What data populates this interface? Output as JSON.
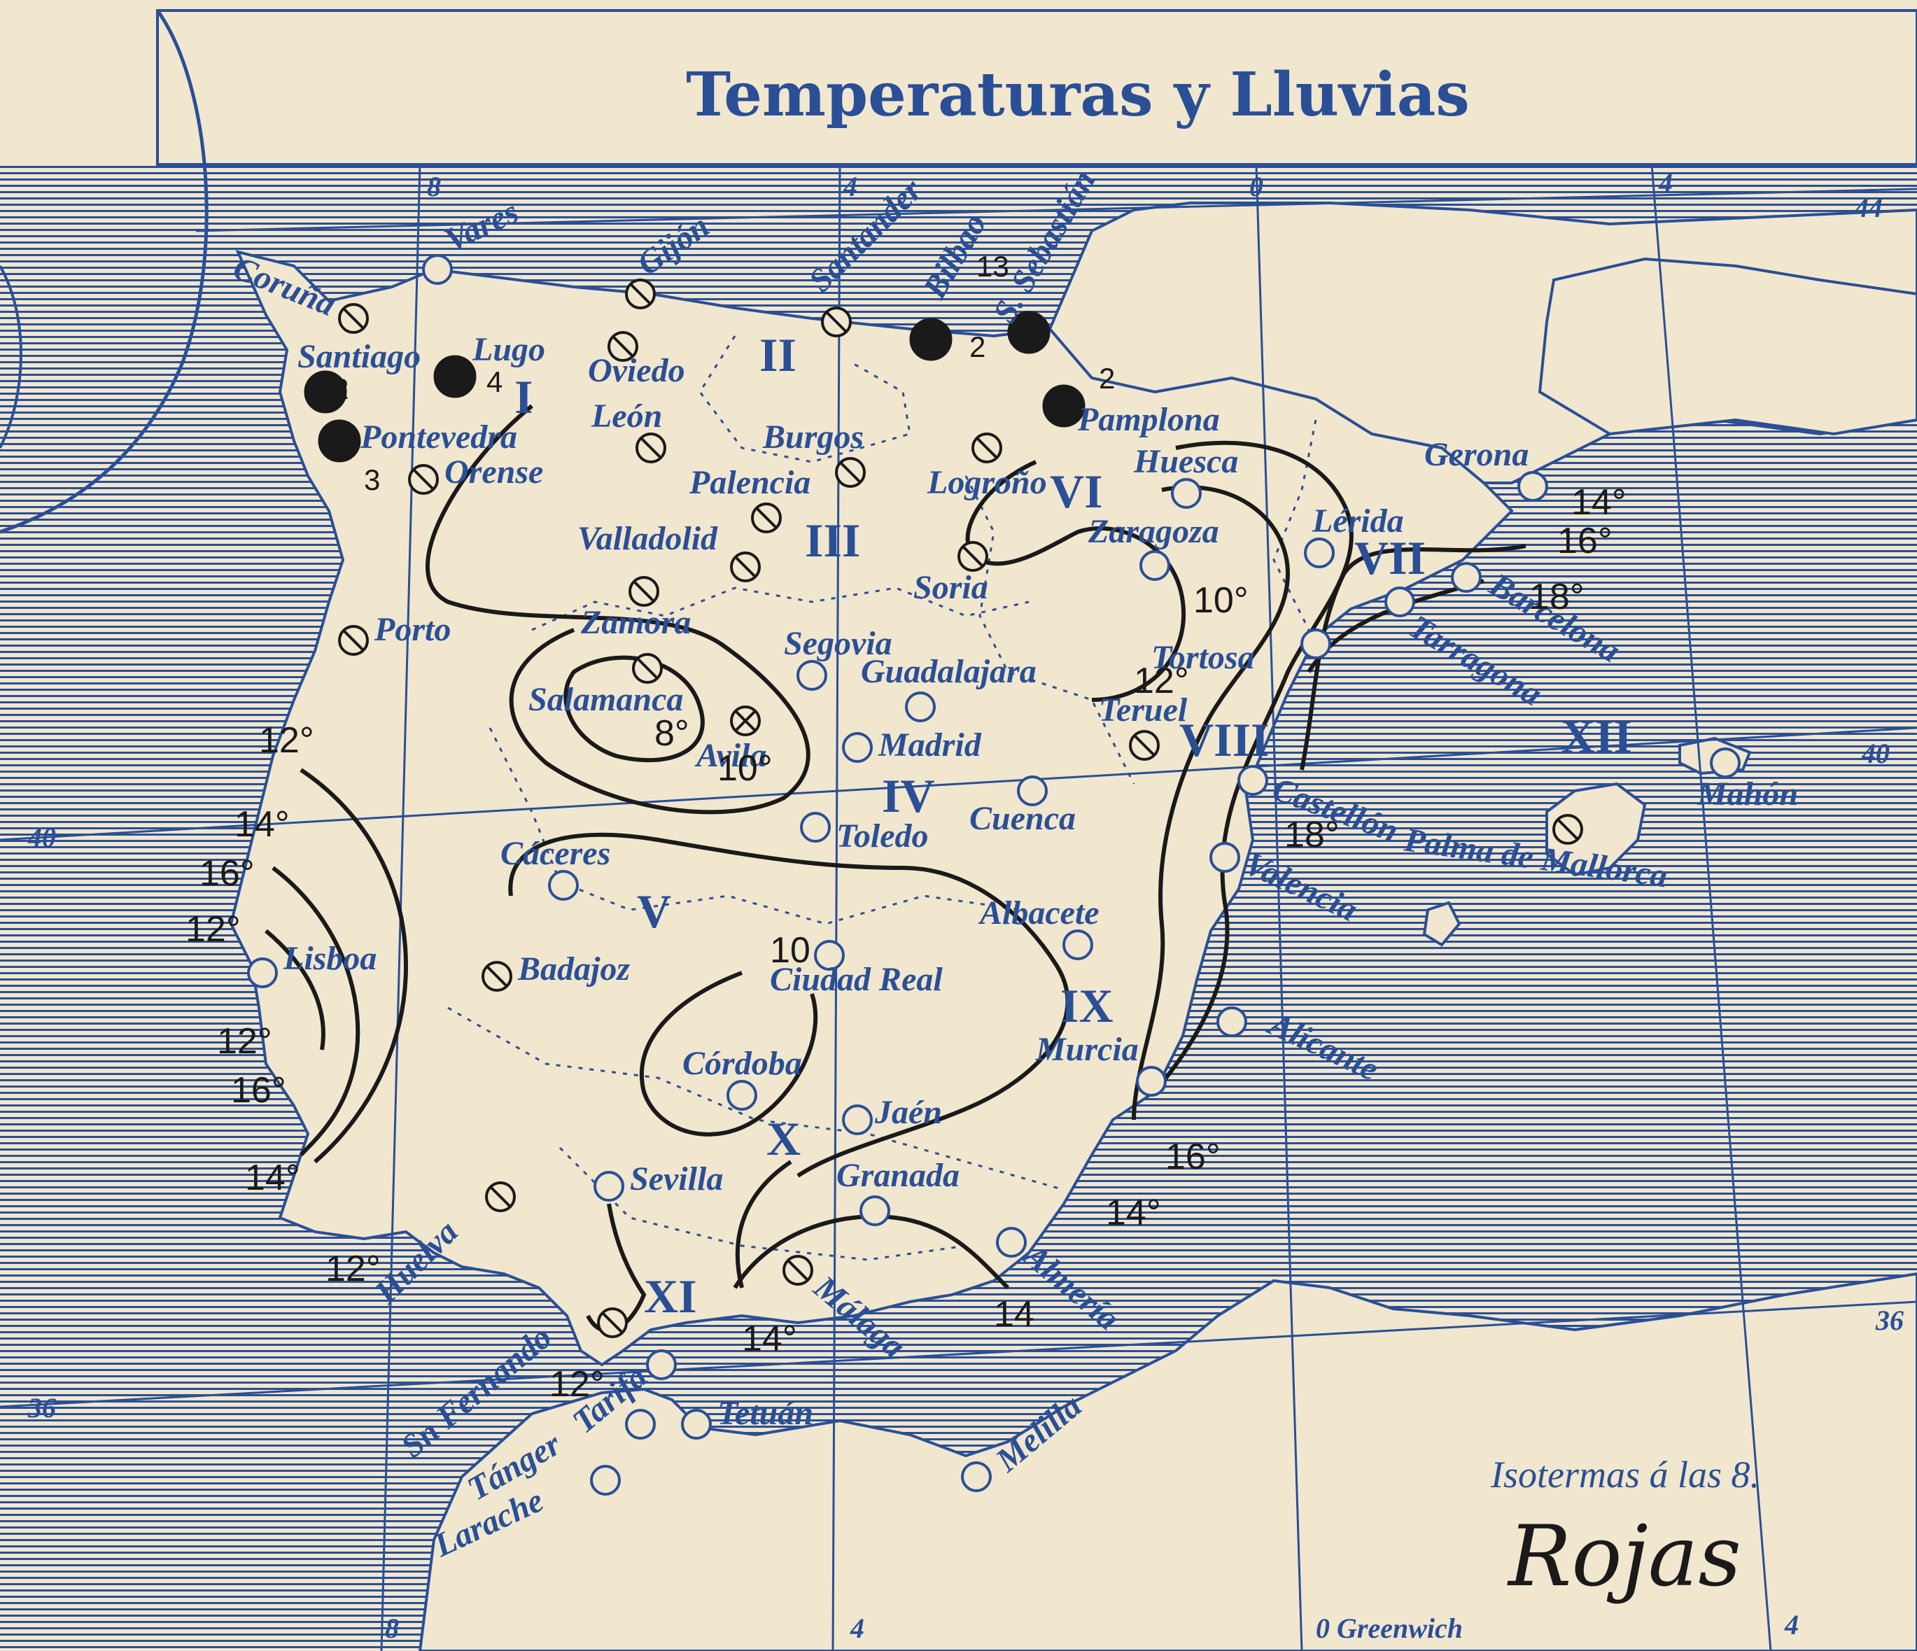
{
  "title": "Temperaturas y Lluvias",
  "legend_note": "Isotermas á las 8.",
  "signature": "Rojas",
  "colors": {
    "paper": "#f1e7cf",
    "ink_blue": "#2a4f96",
    "ink_black": "#1a1a1a",
    "sea_hatch": "#2a4f96"
  },
  "grid": {
    "meridians": [
      "8",
      "4",
      "0",
      "4"
    ],
    "parallels": [
      "44",
      "40",
      "36"
    ],
    "greenwich_label": "0 Greenwich"
  },
  "regions": [
    "I",
    "II",
    "III",
    "IV",
    "V",
    "VI",
    "VII",
    "VIII",
    "IX",
    "X",
    "XI",
    "XII"
  ],
  "cities": [
    {
      "name": "Coruña",
      "symbol": "slash"
    },
    {
      "name": "Vares",
      "symbol": "circle"
    },
    {
      "name": "Gijón",
      "symbol": "slash"
    },
    {
      "name": "Santander",
      "symbol": "slash"
    },
    {
      "name": "Bilbao",
      "symbol": "rain"
    },
    {
      "name": "S. Sebastián",
      "symbol": "rain"
    },
    {
      "name": "Santiago",
      "symbol": "rain"
    },
    {
      "name": "Lugo",
      "symbol": "rain"
    },
    {
      "name": "Oviedo",
      "symbol": "slash"
    },
    {
      "name": "Pamplona",
      "symbol": "rain"
    },
    {
      "name": "Pontevedra",
      "symbol": "rain"
    },
    {
      "name": "Orense",
      "symbol": "slash"
    },
    {
      "name": "León",
      "symbol": "slash"
    },
    {
      "name": "Burgos",
      "symbol": "slash"
    },
    {
      "name": "Palencia",
      "symbol": "slash"
    },
    {
      "name": "Logroño",
      "symbol": "slash"
    },
    {
      "name": "Huesca",
      "symbol": "circle"
    },
    {
      "name": "Gerona",
      "symbol": "circle"
    },
    {
      "name": "Valladolid",
      "symbol": "slash"
    },
    {
      "name": "Zaragoza",
      "symbol": "circle"
    },
    {
      "name": "Lérida",
      "symbol": "circle"
    },
    {
      "name": "Soria",
      "symbol": "slash"
    },
    {
      "name": "Barcelona",
      "symbol": "circle"
    },
    {
      "name": "Zamora",
      "symbol": "slash"
    },
    {
      "name": "Porto",
      "symbol": "slash"
    },
    {
      "name": "Tarragona",
      "symbol": "circle"
    },
    {
      "name": "Segovia",
      "symbol": "circle"
    },
    {
      "name": "Tortosa",
      "symbol": "circle"
    },
    {
      "name": "Guadalajara",
      "symbol": "circle"
    },
    {
      "name": "Salamanca",
      "symbol": "slash"
    },
    {
      "name": "Teruel",
      "symbol": "slash"
    },
    {
      "name": "Avila",
      "symbol": "cross"
    },
    {
      "name": "Madrid",
      "symbol": "circle"
    },
    {
      "name": "Castellón",
      "symbol": "circle"
    },
    {
      "name": "Mahón",
      "symbol": "circle"
    },
    {
      "name": "Cuenca",
      "symbol": "circle"
    },
    {
      "name": "Toledo",
      "symbol": "circle"
    },
    {
      "name": "Palma de Mallorca",
      "symbol": "slash"
    },
    {
      "name": "Cáceres",
      "symbol": "circle"
    },
    {
      "name": "Valencia",
      "symbol": "circle"
    },
    {
      "name": "Albacete",
      "symbol": "circle"
    },
    {
      "name": "Lisboa",
      "symbol": "circle"
    },
    {
      "name": "Badajoz",
      "symbol": "slash"
    },
    {
      "name": "Ciudad Real",
      "symbol": "circle"
    },
    {
      "name": "Alicante",
      "symbol": "circle"
    },
    {
      "name": "Murcia",
      "symbol": "circle"
    },
    {
      "name": "Córdoba",
      "symbol": "circle"
    },
    {
      "name": "Jaén",
      "symbol": "circle"
    },
    {
      "name": "Sevilla",
      "symbol": "circle"
    },
    {
      "name": "Granada",
      "symbol": "circle"
    },
    {
      "name": "Huelva",
      "symbol": "slash"
    },
    {
      "name": "Almería",
      "symbol": "circle"
    },
    {
      "name": "Málaga",
      "symbol": "slash"
    },
    {
      "name": "Sn Fernando",
      "symbol": "slash"
    },
    {
      "name": "Tarifa",
      "symbol": "circle"
    },
    {
      "name": "Tetuán",
      "symbol": "circle"
    },
    {
      "name": "Tánger",
      "symbol": "circle"
    },
    {
      "name": "Melilla",
      "symbol": "circle"
    },
    {
      "name": "Larache",
      "symbol": "circle"
    }
  ],
  "rain_amounts": [
    "2",
    "2",
    "2",
    "4",
    "3",
    "13"
  ],
  "isotherm_labels": [
    "14°",
    "16°",
    "18°",
    "10°",
    "12°",
    "8°",
    "10°",
    "12°",
    "14°",
    "16°",
    "12°",
    "12°",
    "16°",
    "14°",
    "12°",
    "10",
    "18°",
    "16°",
    "14°",
    "14",
    "14°",
    "12°"
  ]
}
